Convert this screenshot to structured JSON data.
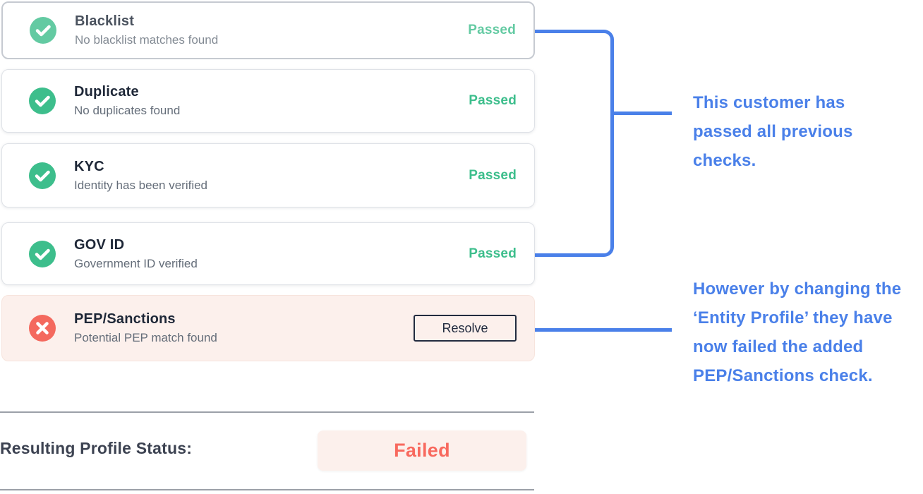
{
  "checks": [
    {
      "title": "Blacklist",
      "subtitle": "No blacklist matches found",
      "status": "Passed",
      "icon": "check-circle-icon"
    },
    {
      "title": "Duplicate",
      "subtitle": "No duplicates found",
      "status": "Passed",
      "icon": "check-circle-icon"
    },
    {
      "title": "KYC",
      "subtitle": "Identity has been verified",
      "status": "Passed",
      "icon": "check-circle-icon"
    },
    {
      "title": "GOV ID",
      "subtitle": "Government ID verified",
      "status": "Passed",
      "icon": "check-circle-icon"
    },
    {
      "title": "PEP/Sanctions",
      "subtitle": "Potential PEP match found",
      "action_label": "Resolve",
      "icon": "x-circle-icon"
    }
  ],
  "result": {
    "label": "Resulting Profile Status:",
    "value": "Failed"
  },
  "annotations": [
    {
      "text": "This customer has passed all previous checks."
    },
    {
      "text": "However by changing the ‘Entity Profile’ they have now failed the added PEP/Sanctions check."
    }
  ],
  "colors": {
    "passed_green": "#3DBE8C",
    "failed_red": "#F4695E",
    "failed_text": "#F8695E",
    "failed_bg": "#FCF0EC",
    "annotation_blue": "#4A80E9",
    "title_navy": "#1E2737",
    "subtitle_gray": "#646D79"
  }
}
